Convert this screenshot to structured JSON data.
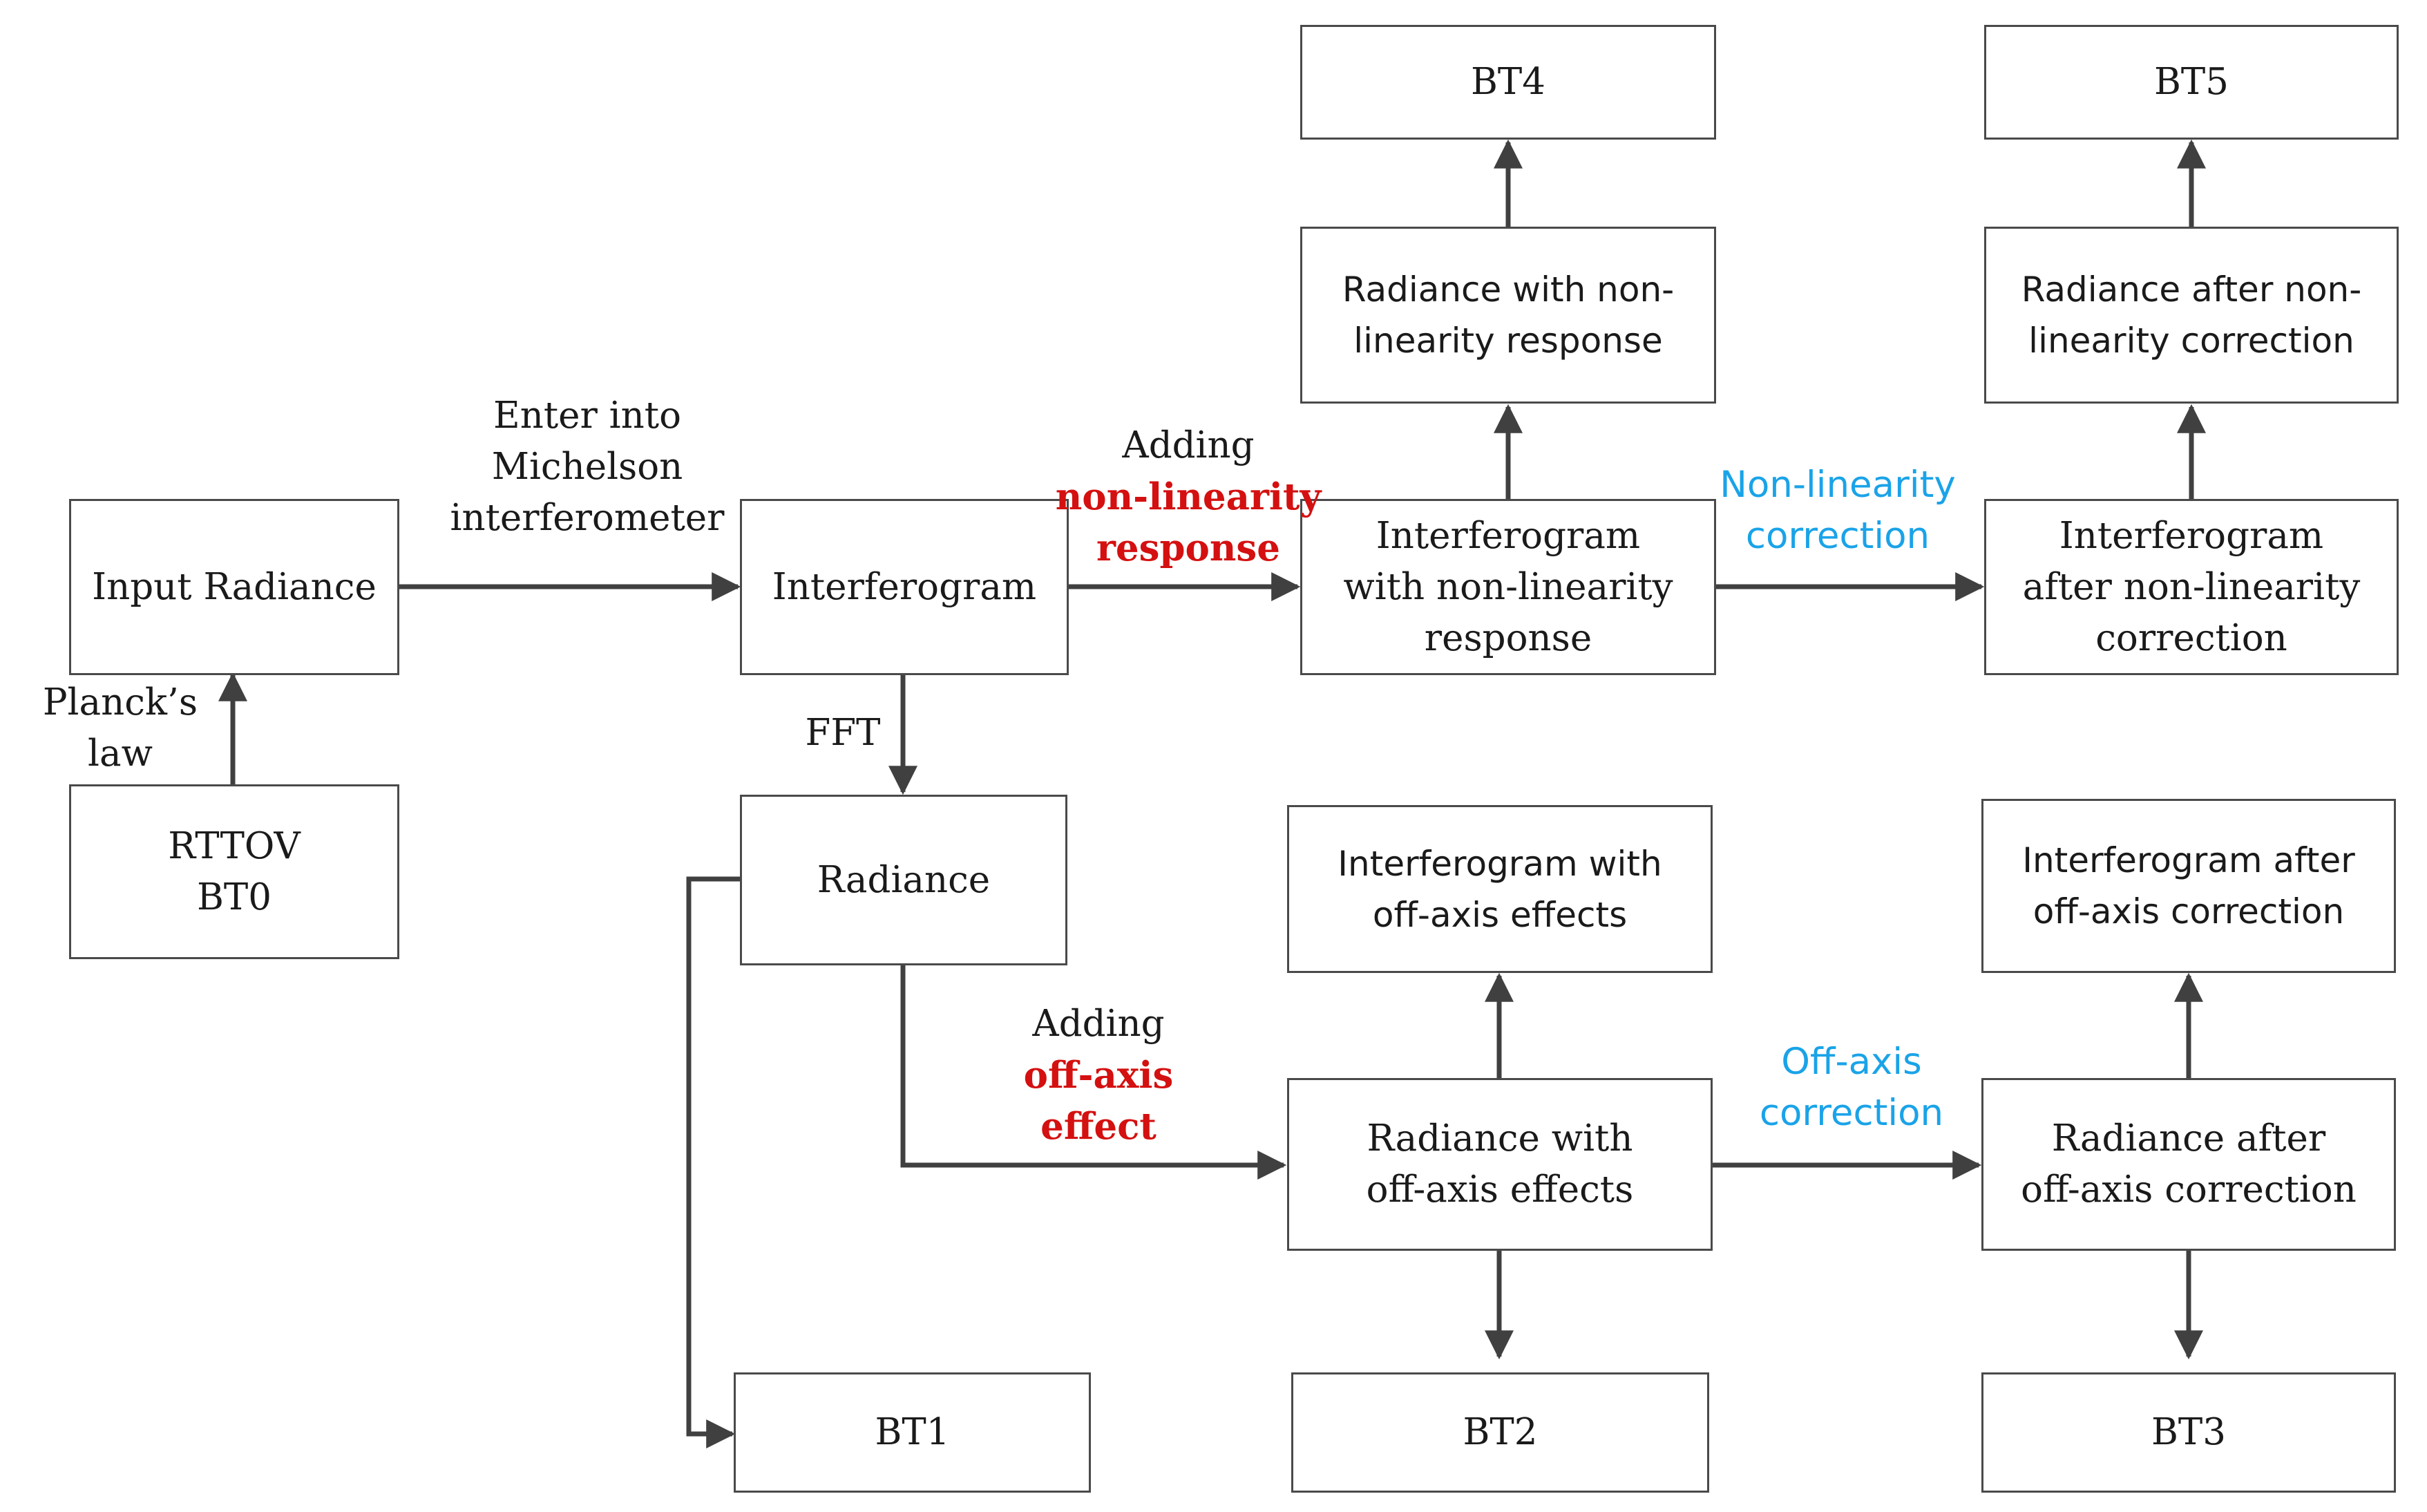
{
  "boxes": {
    "input_radiance": [
      "Input Radiance"
    ],
    "rttov": [
      "RTTOV",
      "BT0"
    ],
    "interferogram": [
      "Interferogram"
    ],
    "radiance": [
      "Radiance"
    ],
    "interf_nonlin": [
      "Interferogram",
      "with non-linearity",
      "response"
    ],
    "rad_nonlin": [
      "Radiance with non-",
      "linearity response"
    ],
    "bt4": [
      "BT4"
    ],
    "interf_after_nonlin": [
      "Interferogram",
      "after non-linearity",
      "correction"
    ],
    "rad_after_nonlin": [
      "Radiance after non-",
      "linearity correction"
    ],
    "bt5": [
      "BT5"
    ],
    "interf_offaxis": [
      "Interferogram with",
      "off-axis effects"
    ],
    "rad_offaxis": [
      "Radiance with",
      "off-axis effects"
    ],
    "bt2": [
      "BT2"
    ],
    "interf_after_offaxis": [
      "Interferogram after",
      "off-axis correction"
    ],
    "rad_after_offaxis": [
      "Radiance after",
      "off-axis correction"
    ],
    "bt3": [
      "BT3"
    ],
    "bt1": [
      "BT1"
    ]
  },
  "labels": {
    "michelson": [
      "Enter into",
      "Michelson",
      "interferometer"
    ],
    "planck": [
      "Planck’s",
      "law"
    ],
    "fft": [
      "FFT"
    ],
    "adding_nonlin": {
      "plain": "Adding",
      "highlight": [
        "non-linearity",
        "response"
      ]
    },
    "nonlin_correction": [
      "Non-linearity",
      "correction"
    ],
    "adding_offaxis": {
      "plain": "Adding",
      "highlight": [
        "off-axis",
        "effect"
      ]
    },
    "offaxis_correction": [
      "Off-axis",
      "correction"
    ]
  },
  "colors": {
    "line": "#404040",
    "highlight_red": "#d41010",
    "correction_blue": "#1aa3e8"
  }
}
